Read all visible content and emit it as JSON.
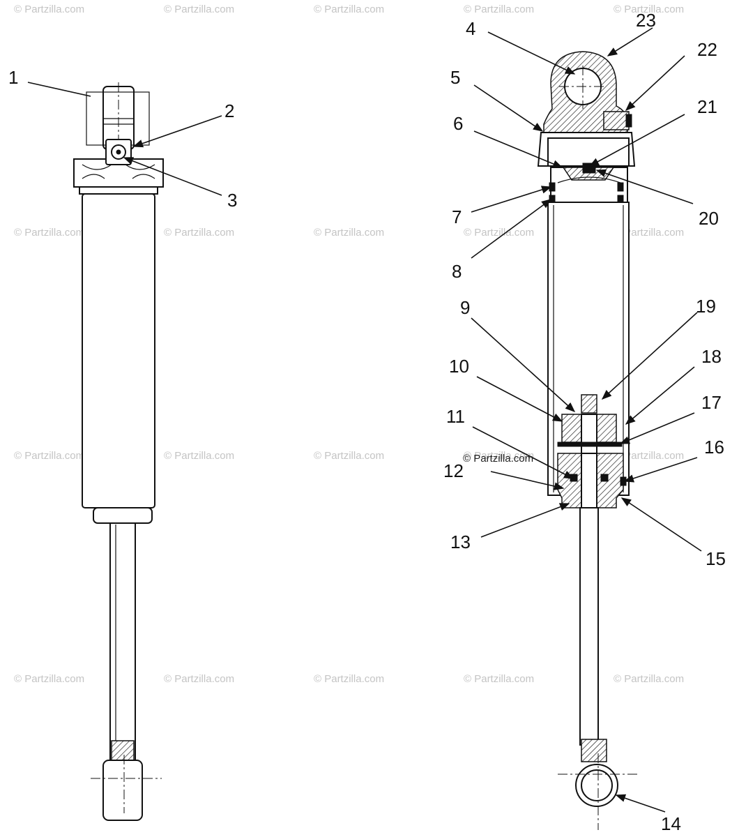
{
  "watermark_text": "© Partzilla.com",
  "credit_text": "© Partzilla.com",
  "callouts": [
    "1",
    "2",
    "3",
    "4",
    "5",
    "6",
    "7",
    "8",
    "9",
    "10",
    "11",
    "12",
    "13",
    "14",
    "15",
    "16",
    "17",
    "18",
    "19",
    "20",
    "21",
    "22",
    "23"
  ],
  "colors": {
    "ink": "#111111",
    "watermark": "#c4c4c4",
    "background": "#ffffff"
  }
}
